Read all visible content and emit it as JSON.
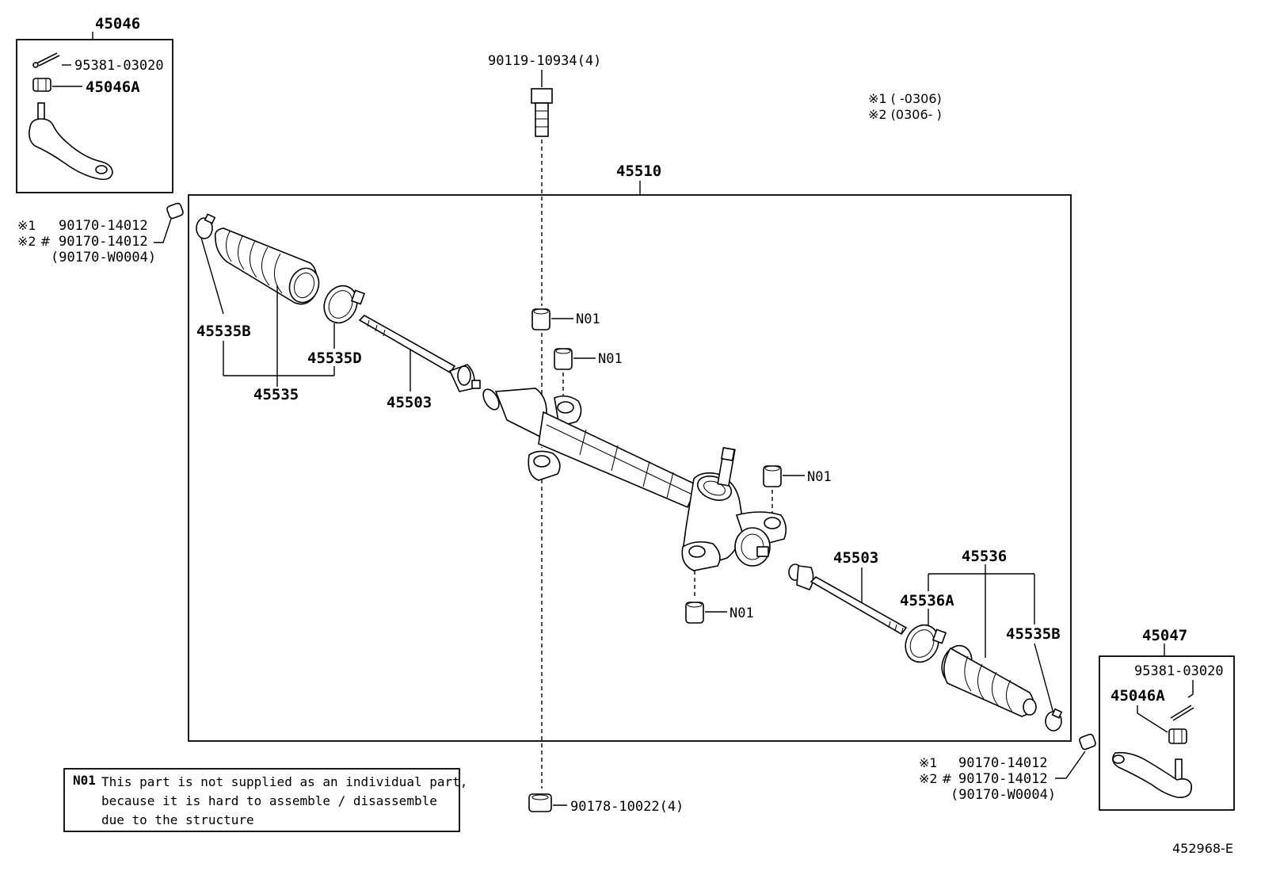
{
  "parts": {
    "tie_rod_end_left": "45046",
    "cotter_pin_left": "95381-03020",
    "nut_left": "45046A",
    "bolt_top": "90119-10934(4)",
    "gear_assy": "45510",
    "boot_clip_left": "45535B",
    "boot_clamp_left": "45535D",
    "boot_left": "45535",
    "rack_end_left": "45503",
    "rack_end_right": "45503",
    "boot_right": "45536",
    "boot_clamp_right": "45536A",
    "boot_clip_right": "45535B",
    "tie_rod_end_right": "45047",
    "cotter_pin_right": "95381-03020",
    "nut_right": "45046A",
    "nut_bottom": "90178-10022(4)",
    "n01": "N01",
    "figure_code": "452968-E"
  },
  "nuts_left": {
    "line1_mark": "※1",
    "line1_part": "90170-14012",
    "line2_mark": "※2 #",
    "line2_part": "90170-14012",
    "line3": "(90170-W0004)"
  },
  "nuts_right": {
    "line1_mark": "※1",
    "line1_part": "90170-14012",
    "line2_mark": "※2 #",
    "line2_part": "90170-14012",
    "line3": "(90170-W0004)"
  },
  "legend": {
    "line1": "※1 (      -0306)",
    "line2": "※2 (0306-      )"
  },
  "note": {
    "code": "N01",
    "line1": "This part is not supplied as an individual part,",
    "line2": "because it is hard to assemble / disassemble",
    "line3": "due to the structure"
  }
}
